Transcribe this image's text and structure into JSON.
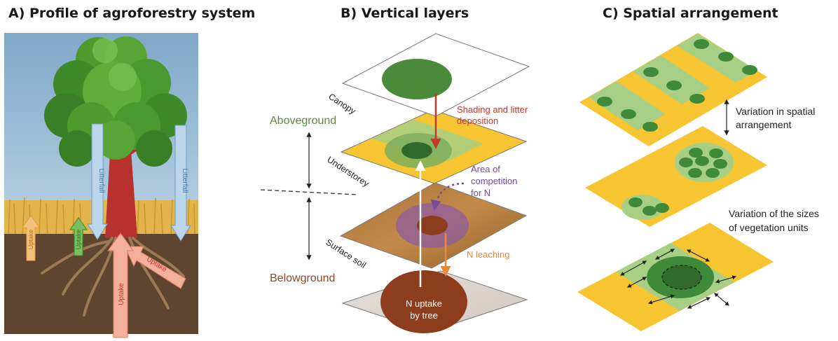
{
  "panel_a": {
    "title": "A) Profile of agroforestry system",
    "arrows": {
      "litterfall_left": "Litterfall",
      "litterfall_right": "Litterfall",
      "uptake_crop_left": "Uptake",
      "uptake_crop_mid": "Uptake",
      "uptake_root_right": "Uptake",
      "uptake_root_main": "Uptake"
    }
  },
  "panel_b": {
    "title": "B) Vertical layers",
    "layers": {
      "canopy": "Canopy",
      "understorey": "Understorey",
      "surface_soil": "Surface soil"
    },
    "zones": {
      "aboveground": "Aboveground",
      "belowground": "Belowground"
    },
    "processes": {
      "shading_line1": "Shading and litter",
      "shading_line2": "deposition",
      "competition_line1": "Area of",
      "competition_line2": "competition",
      "competition_line3": "for N",
      "leaching": "N leaching",
      "uptake_line1": "N uptake",
      "uptake_line2": "by tree"
    }
  },
  "panel_c": {
    "title": "C) Spatial arrangement",
    "notes": {
      "spatial_line1": "Variation in spatial",
      "spatial_line2": "arrangement",
      "sizes_line1": "Variation of the sizes",
      "sizes_line2": "of vegetation units"
    }
  },
  "colors": {
    "crop_yellow": "#f7c531",
    "veg_light_green": "#a7cf86",
    "veg_dark_green": "#3e8a3a",
    "aboveground_green": "#5a8a3c",
    "belowground_brown": "#8a4a22",
    "shading_red": "#c0392b",
    "competition_purple": "#7a4a9a",
    "leaching_orange": "#e8883a"
  }
}
